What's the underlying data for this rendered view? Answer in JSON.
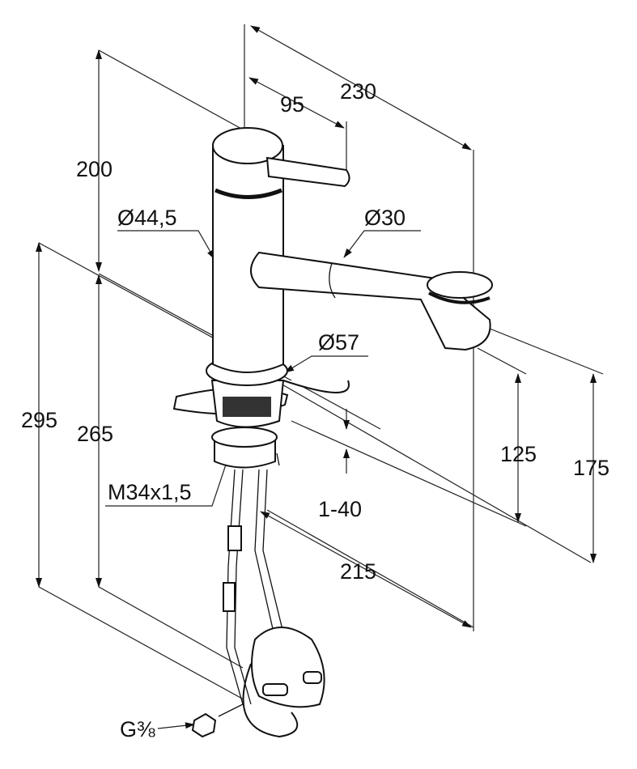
{
  "title": "Kitchen faucet dimension drawing",
  "dimensions": {
    "overall_reach": "230",
    "lever_reach": "95",
    "body_height": "200",
    "body_diameter": "Ø44,5",
    "spout_diameter": "Ø30",
    "base_diameter": "Ø57",
    "total_height": "295",
    "height_above_deck": "265",
    "thread": "M34x1,5",
    "deck_thickness": "1-40",
    "spout_clearance": "125",
    "spout_height": "175",
    "spout_reach": "215",
    "connection": "G⅜"
  },
  "colors": {
    "line": "#111111",
    "background": "#ffffff"
  }
}
